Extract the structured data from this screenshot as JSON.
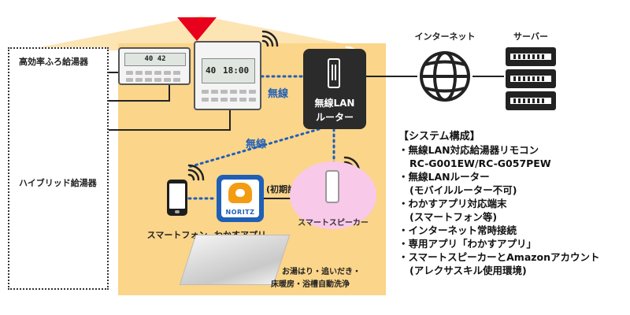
{
  "labels": {
    "internet": "インターネット",
    "server": "サーバー",
    "high_efficiency_heater": "高効率ふろ給湯器",
    "hybrid_heater": "ハイブリッド給湯器",
    "router_line1": "無線LAN",
    "router_line2": "ルーター",
    "wireless_top": "無線",
    "wireless_bottom": "無線",
    "smartphone": "スマートフォン",
    "app": "わかすアプリ",
    "initial_setup": "(初期設定)",
    "smart_speaker": "スマートスピーカー",
    "app_brand": "NORITZ",
    "bath_line1": "お湯はり・追いだき・",
    "bath_line2": "床暖房・浴槽自動洗浄"
  },
  "remote_display": {
    "left_screen": "40  42",
    "right_temp": "40",
    "right_time": "18:00"
  },
  "system": {
    "title": "【システム構成】",
    "items": [
      "・無線LAN対応給湯器リモコン",
      "RC-G001EW/RC-G057PEW",
      "・無線LANルーター",
      "(モバイルルーター不可)",
      "・わかすアプリ対応端末",
      "(スマートフォン等)",
      "・インターネット常時接続",
      "・専用アプリ「わかすアプリ」",
      "・スマートスピーカーとAmazonアカウント",
      "(アレクサスキル使用環境)"
    ]
  },
  "colors": {
    "house": "#fbd58a",
    "roof_light": "#fde4b3",
    "wifi_dotted": "#1f5fb8",
    "arrow_red": "#e8001c",
    "speaker_pink": "#f9c9ea",
    "router_dark": "#2b2b2b"
  },
  "icons": [
    "wifi-icon",
    "globe-icon",
    "server-icon",
    "down-arrow-icon",
    "router-icon",
    "phone-icon",
    "app-icon",
    "speaker-icon"
  ]
}
